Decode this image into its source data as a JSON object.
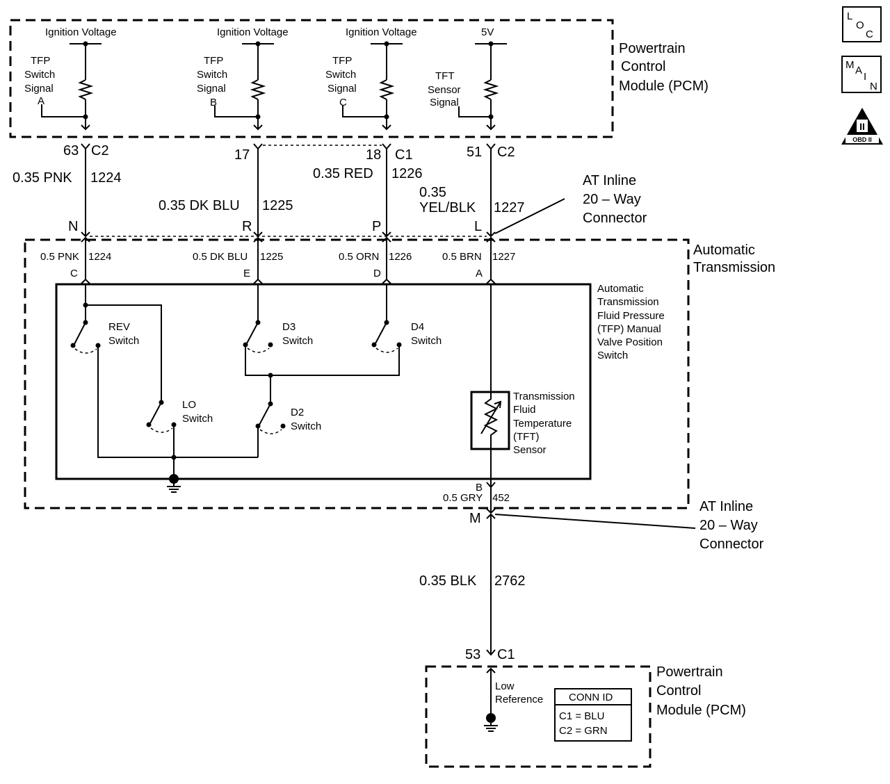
{
  "pcm_top": {
    "title": [
      "Powertrain",
      "Control",
      "Module (PCM)"
    ],
    "ign1": "Ignition Voltage",
    "ign2": "Ignition Voltage",
    "ign3": "Ignition Voltage",
    "v5": "5V",
    "tfp_a": [
      "TFP",
      "Switch",
      "Signal",
      "A"
    ],
    "tfp_b": [
      "TFP",
      "Switch",
      "Signal",
      "B"
    ],
    "tfp_c": [
      "TFP",
      "Switch",
      "Signal",
      "C"
    ],
    "tft_sig": [
      "TFT",
      "Sensor",
      "Signal"
    ]
  },
  "pins_top": {
    "p63": "63",
    "c2a": "C2",
    "p17": "17",
    "p18": "18",
    "c1a": "C1",
    "p51": "51",
    "c2b": "C2"
  },
  "wires_top": {
    "w1": "0.35 PNK",
    "n1": "1224",
    "w2": "0.35 DK BLU",
    "n2": "1225",
    "w3": "0.35 RED",
    "n3": "1226",
    "w4a": "0.35",
    "w4b": "YEL/BLK",
    "n4": "1227"
  },
  "inline_pins": {
    "N": "N",
    "R": "R",
    "P": "P",
    "L": "L",
    "M": "M"
  },
  "inline_label_top": [
    "AT Inline",
    "20 – Way",
    "Connector"
  ],
  "inline_label_bottom": [
    "AT Inline",
    "20 – Way",
    "Connector"
  ],
  "trans": {
    "title": [
      "Automatic",
      "Transmission"
    ],
    "w1": "0.5 PNK",
    "n1": "1224",
    "w2": "0.5 DK BLU",
    "n2": "1225",
    "w3": "0.5 ORN",
    "n3": "1226",
    "w4": "0.5 BRN",
    "n4": "1227",
    "pinC": "C",
    "pinE": "E",
    "pinD": "D",
    "pinA": "A",
    "pinB": "B",
    "w5": "0.5 GRY",
    "n5": "452"
  },
  "tfp_switch_label": [
    "Automatic",
    "Transmission",
    "Fluid Pressure",
    "(TFP) Manual",
    "Valve Position",
    "Switch"
  ],
  "switches": {
    "rev": [
      "REV",
      "Switch"
    ],
    "d3": [
      "D3",
      "Switch"
    ],
    "d4": [
      "D4",
      "Switch"
    ],
    "lo": [
      "LO",
      "Switch"
    ],
    "d2": [
      "D2",
      "Switch"
    ]
  },
  "tft_sensor": [
    "Transmission",
    "Fluid",
    "Temperature",
    "(TFT)",
    "Sensor"
  ],
  "ground_wire": {
    "w": "0.35 BLK",
    "n": "2762"
  },
  "pcm_bottom": {
    "pin": "53",
    "conn": "C1",
    "title": [
      "Powertrain",
      "Control",
      "Module (PCM)"
    ],
    "low_ref": [
      "Low",
      "Reference"
    ],
    "conn_id_title": "CONN ID",
    "conn_id_rows": [
      "C1 = BLU",
      "C2 = GRN"
    ]
  },
  "badges": {
    "loc": [
      "L",
      "O",
      "C"
    ],
    "main": [
      "M",
      "A",
      "I",
      "N"
    ],
    "obd": [
      "II",
      "OBD II"
    ]
  }
}
